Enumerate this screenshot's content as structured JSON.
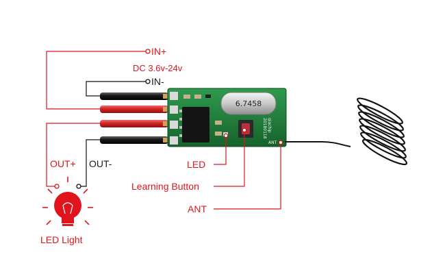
{
  "labels": {
    "in_plus": "IN+",
    "dc_range": "DC 3.6v-24v",
    "in_minus": "IN-",
    "out_plus": "OUT+",
    "out_minus": "OUT-",
    "led": "LED",
    "learning_button": "Learning Button",
    "ant": "ANT",
    "led_light": "LED Light"
  },
  "board": {
    "crystal_text": "6.7458",
    "pcb_text_line1": "qiachip",
    "pcb_text_line2": "20180118",
    "ant_pad_text": "ANT"
  },
  "colors": {
    "callout_red": "#e0141c",
    "wire_black": "#111111",
    "wire_red": "#cc2020",
    "pcb_green": "#1f7a3a"
  }
}
